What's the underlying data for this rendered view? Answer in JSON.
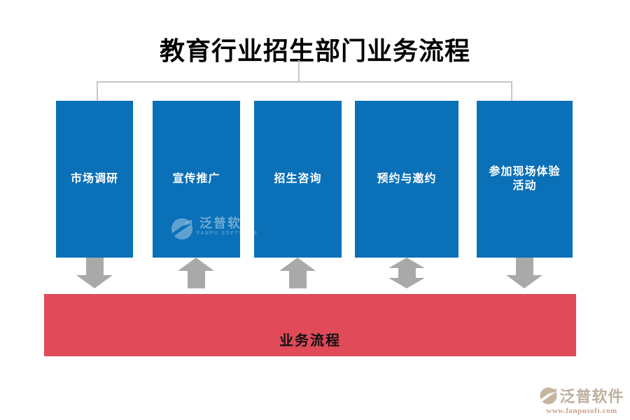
{
  "title": "教育行业招生部门业务流程",
  "boxes": [
    {
      "label": "市场调研"
    },
    {
      "label": "宣传推广"
    },
    {
      "label": "招生咨询"
    },
    {
      "label": "预约与邀约"
    },
    {
      "label": "参加现场体验\n活动"
    }
  ],
  "arrows": [
    {
      "direction": "down"
    },
    {
      "direction": "up"
    },
    {
      "direction": "up"
    },
    {
      "direction": "both"
    },
    {
      "direction": "down"
    }
  ],
  "bottom_bar": {
    "label": "业务流程"
  },
  "watermark": {
    "brand": "泛普软件",
    "subtitle": "FANPU SOFTWARE",
    "icon": "fanpu-logo-icon"
  },
  "footer_logo": {
    "brand": "泛普软件",
    "url": "www.fanpusoft.com",
    "icon": "fanpu-logo-icon"
  },
  "colors": {
    "box_blue": "#0a70b8",
    "bar_red": "#e04a59",
    "arrow_gray": "#a9a9a9",
    "connector_gray": "#c6c6c6"
  }
}
